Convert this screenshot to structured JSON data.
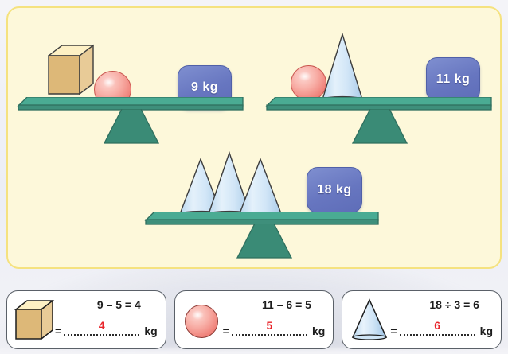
{
  "page": {
    "background_color": "#f2f2f7",
    "panel_background": "#fdf8da",
    "panel_border": "#f5e27f",
    "plank_color": "#4aab93",
    "fulcrum_color": "#3a8b76",
    "badge_color": "#6776c0",
    "answer_color": "#e8242a"
  },
  "scales": [
    {
      "id": "scale-one",
      "objects": [
        "cube",
        "sphere"
      ],
      "weight_label": "9 kg",
      "weight_value": 9,
      "unit": "kg"
    },
    {
      "id": "scale-two",
      "objects": [
        "sphere",
        "cone"
      ],
      "weight_label": "11 kg",
      "weight_value": 11,
      "unit": "kg"
    },
    {
      "id": "scale-three",
      "objects": [
        "cone",
        "cone",
        "cone"
      ],
      "weight_label": "18 kg",
      "weight_value": 18,
      "unit": "kg"
    }
  ],
  "answers": [
    {
      "shape": "cube",
      "equation": "9 – 5 = 4",
      "equals_sign": "=",
      "value": "4",
      "unit": "kg"
    },
    {
      "shape": "sphere",
      "equation": "11 – 6 = 5",
      "equals_sign": "=",
      "value": "5",
      "unit": "kg"
    },
    {
      "shape": "cone",
      "equation": "18 ÷ 3 = 6",
      "equals_sign": "=",
      "value": "6",
      "unit": "kg"
    }
  ]
}
